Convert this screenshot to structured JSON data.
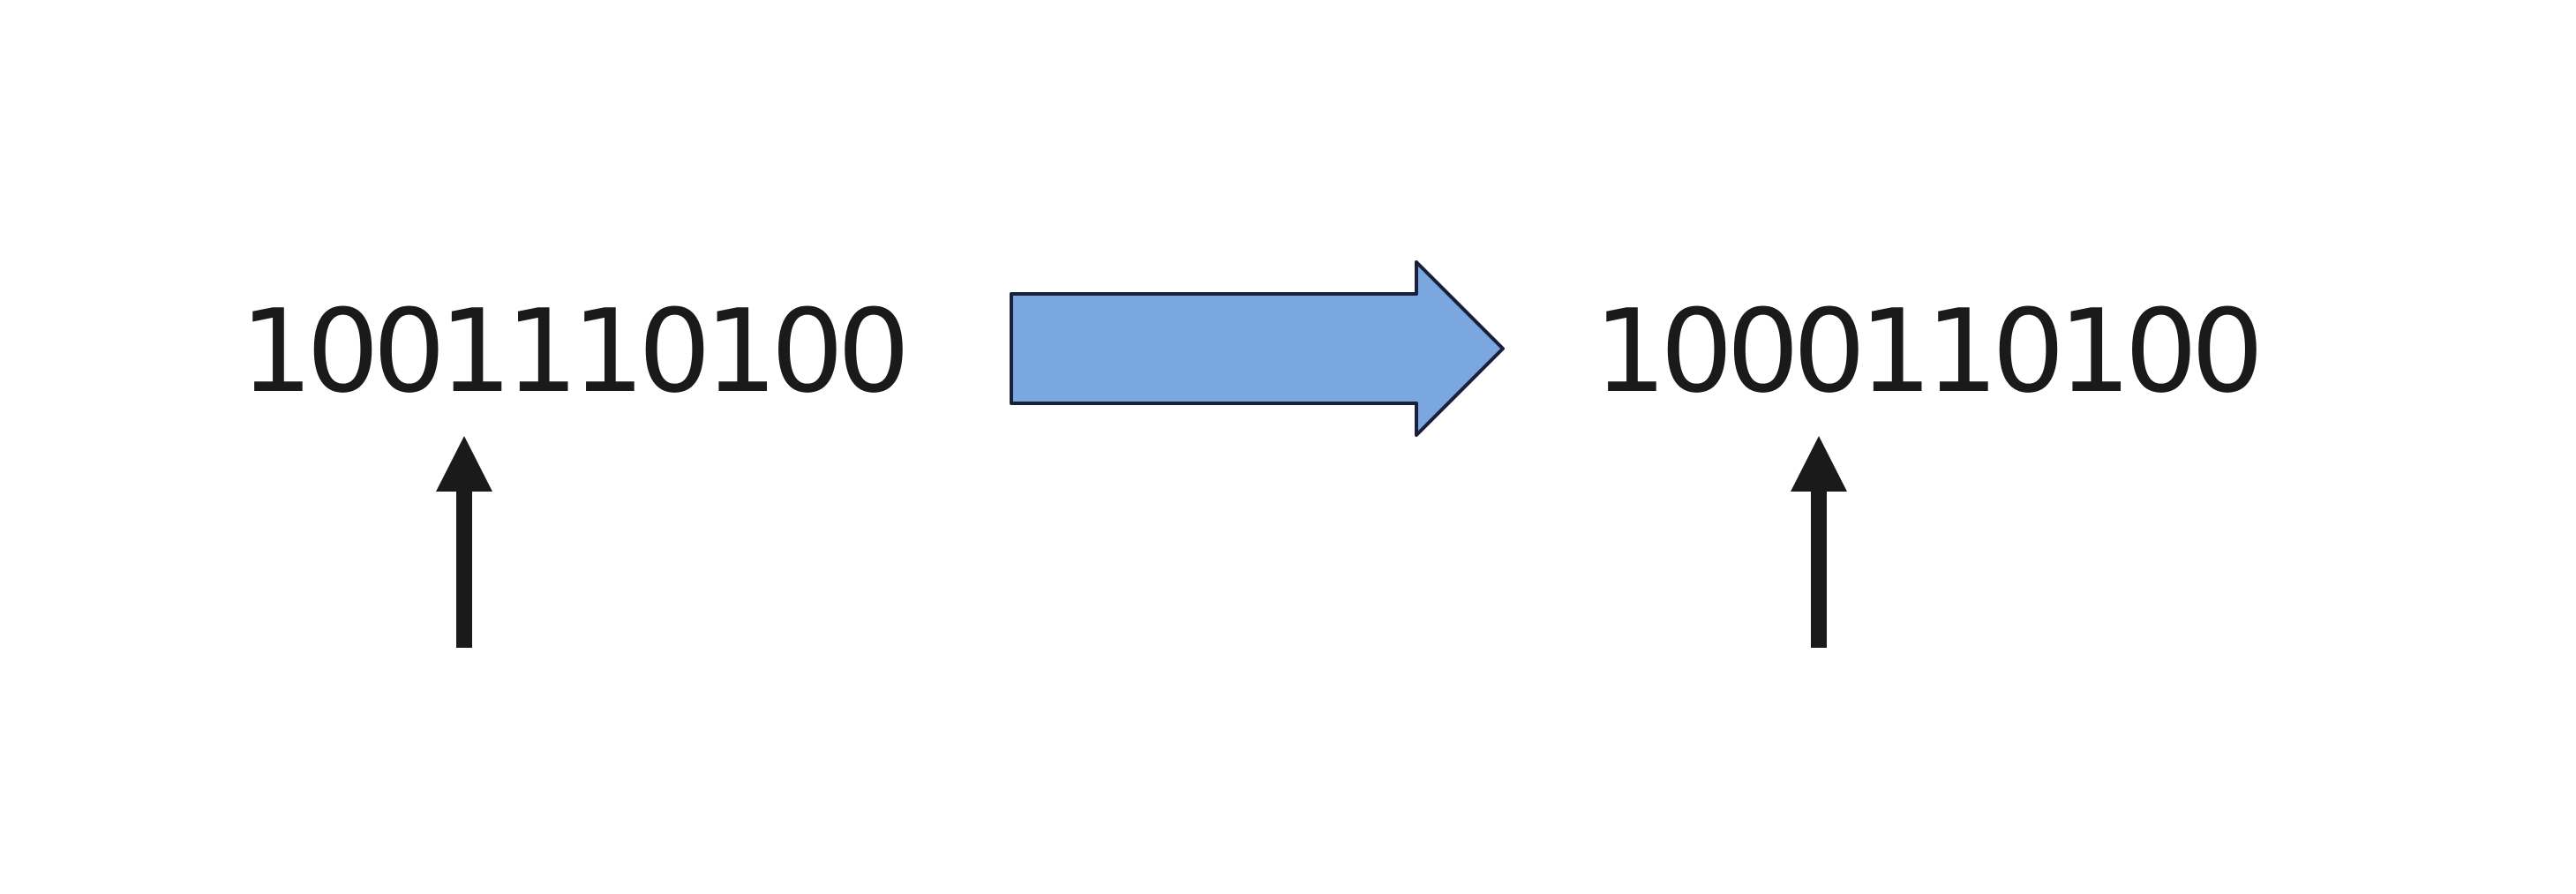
{
  "diagram": {
    "before": {
      "bits": [
        "1",
        "0",
        "0",
        "1",
        "1",
        "1",
        "0",
        "1",
        "0",
        "0"
      ],
      "pointer_index": 3
    },
    "after": {
      "bits": [
        "1",
        "0",
        "0",
        "0",
        "1",
        "1",
        "0",
        "1",
        "0",
        "0"
      ],
      "pointer_index": 3
    },
    "colors": {
      "text": "#1a1a1a",
      "transition_arrow_fill": "#7ba7e1",
      "transition_arrow_stroke": "#1a1f3a",
      "pointer_arrow": "#1a1a1a"
    },
    "icons": {
      "transition": "right-block-arrow-icon",
      "pointer": "up-arrow-icon"
    }
  }
}
